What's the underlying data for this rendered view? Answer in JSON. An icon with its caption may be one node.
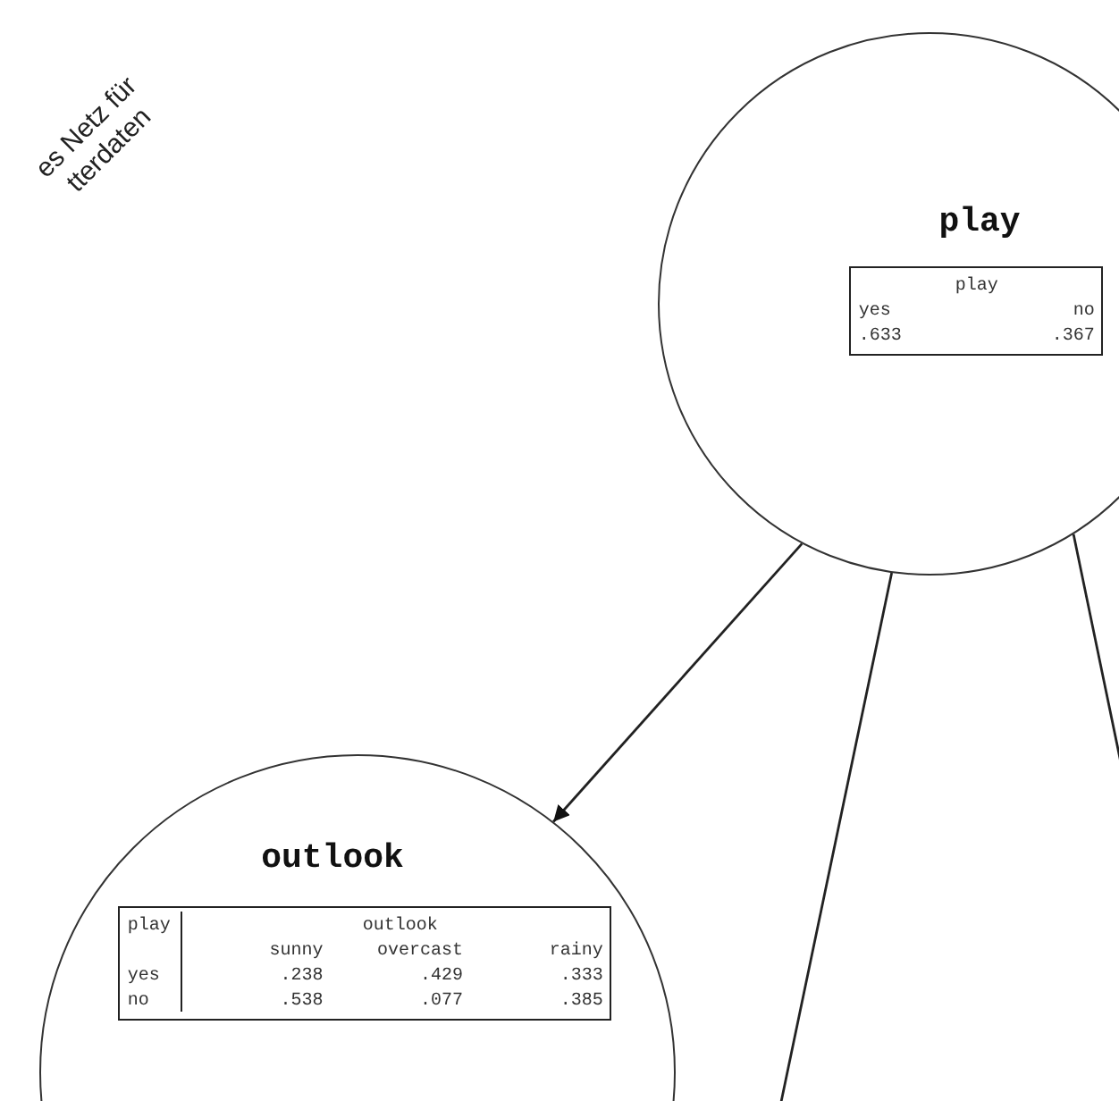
{
  "diagram": {
    "nodes": [
      {
        "text": [
          "play"
        ]
      },
      {
        "text": [
          "play",
          "yes",
          "no",
          ".633",
          ".367"
        ],
        "in": 0
      },
      {
        "text": [
          "outlook"
        ]
      },
      {
        "text": [
          "play",
          "outlook",
          "sunny",
          "overcast",
          "rainy",
          "yes",
          ".238",
          ".429",
          ".333",
          "no",
          ".538",
          ".077",
          ".385"
        ],
        "in": 2
      }
    ],
    "edges": [
      {
        "from": 0,
        "to": 2,
        "arrow": "to"
      },
      {
        "from": 0,
        "to": null,
        "arrow": "none"
      },
      {
        "from": 0,
        "to": null,
        "arrow": "none"
      }
    ],
    "labels": [
      "es Netz für tterdaten"
    ]
  }
}
